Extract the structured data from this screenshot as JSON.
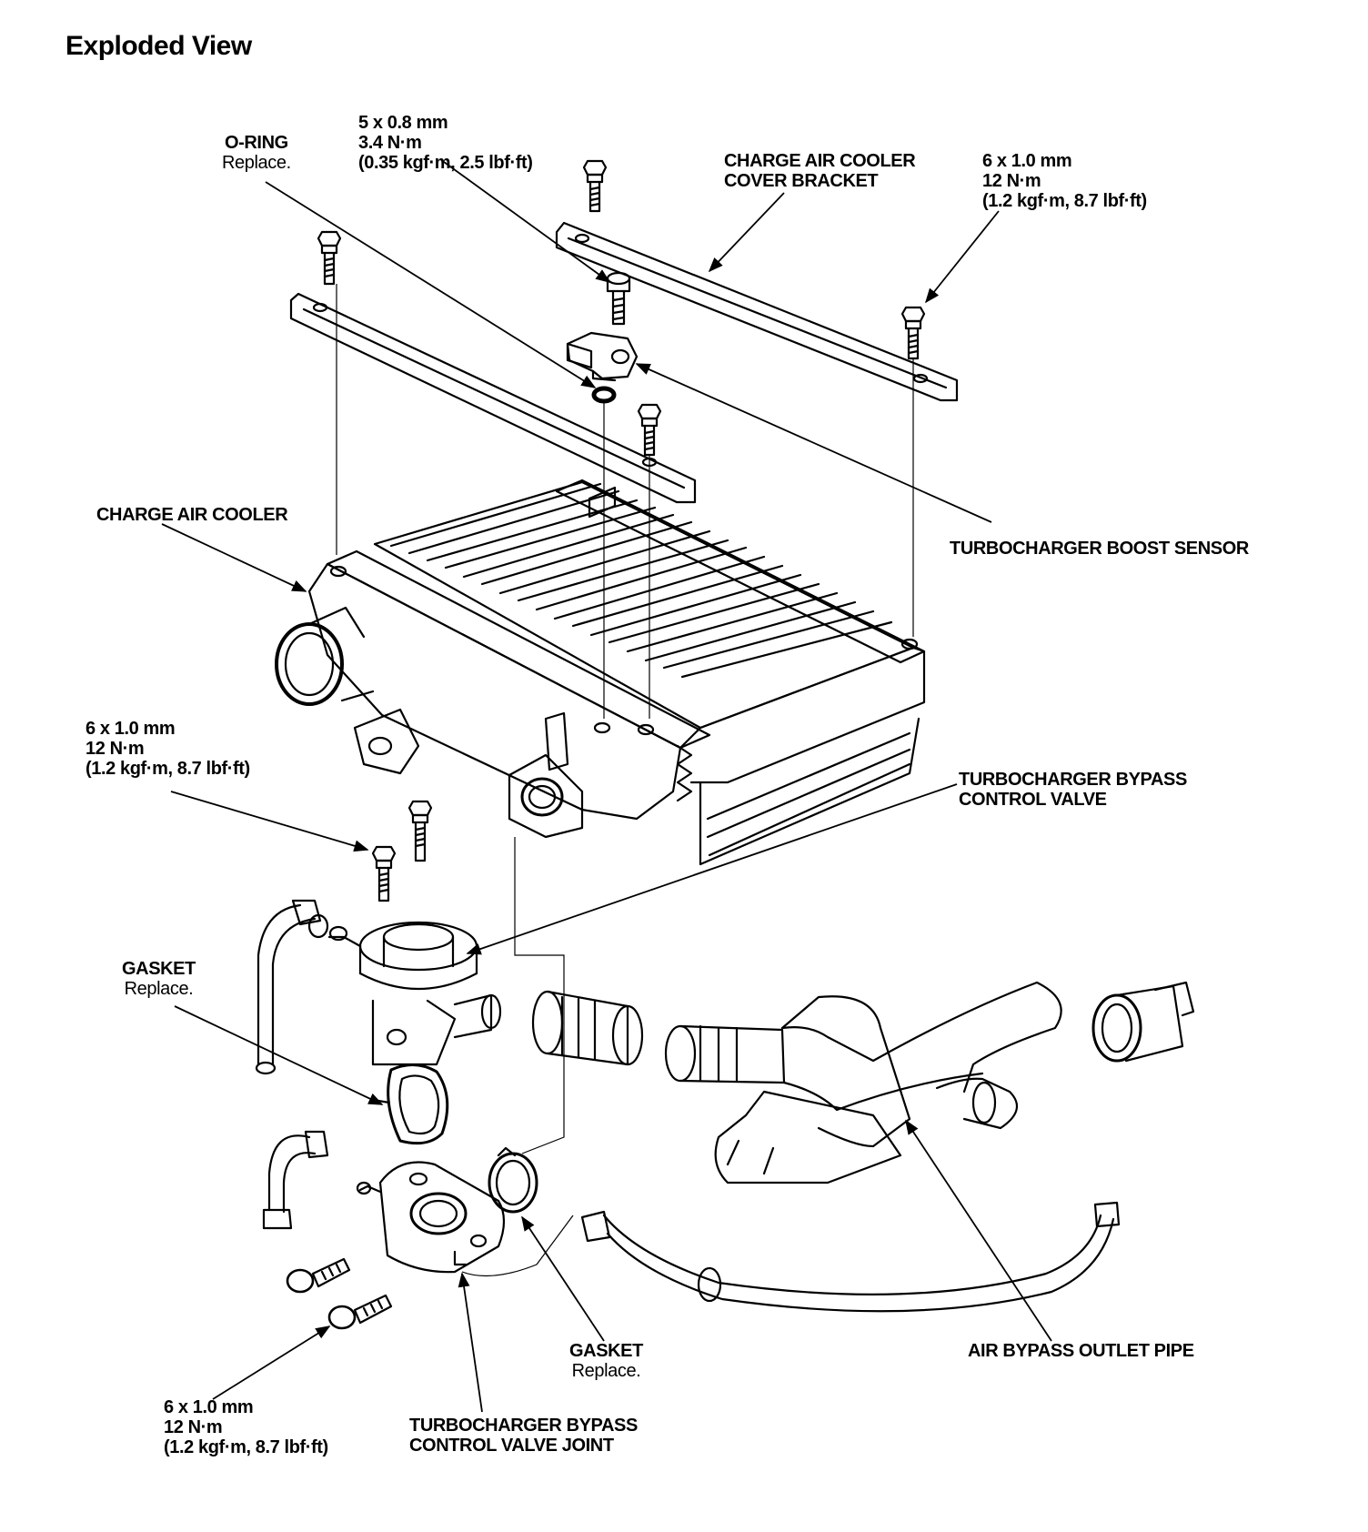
{
  "title": "Exploded View",
  "labels": {
    "o_ring": {
      "name": "O-RING",
      "note": "Replace."
    },
    "sensor_bolt": {
      "l1": "5 x 0.8 mm",
      "l2": "3.4 N·m",
      "l3": "(0.35 kgf·m, 2.5 lbf·ft)"
    },
    "cover_bracket": {
      "l1": "CHARGE AIR COOLER",
      "l2": "COVER BRACKET"
    },
    "bracket_bolt": {
      "l1": "6 x 1.0 mm",
      "l2": "12 N·m",
      "l3": "(1.2 kgf·m, 8.7 lbf·ft)"
    },
    "charge_air_cooler": "CHARGE AIR COOLER",
    "boost_sensor": "TURBOCHARGER BOOST SENSOR",
    "valve_bolt": {
      "l1": "6 x 1.0 mm",
      "l2": "12 N·m",
      "l3": "(1.2 kgf·m, 8.7 lbf·ft)"
    },
    "bypass_valve": {
      "l1": "TURBOCHARGER BYPASS",
      "l2": "CONTROL VALVE"
    },
    "gasket_left": {
      "name": "GASKET",
      "note": "Replace."
    },
    "gasket_bottom": {
      "name": "GASKET",
      "note": "Replace."
    },
    "air_bypass_pipe": "AIR BYPASS OUTLET PIPE",
    "joint_bolt": {
      "l1": "6 x 1.0 mm",
      "l2": "12 N·m",
      "l3": "(1.2 kgf·m, 8.7 lbf·ft)"
    },
    "valve_joint": {
      "l1": "TURBOCHARGER BYPASS",
      "l2": "CONTROL VALVE JOINT"
    }
  }
}
